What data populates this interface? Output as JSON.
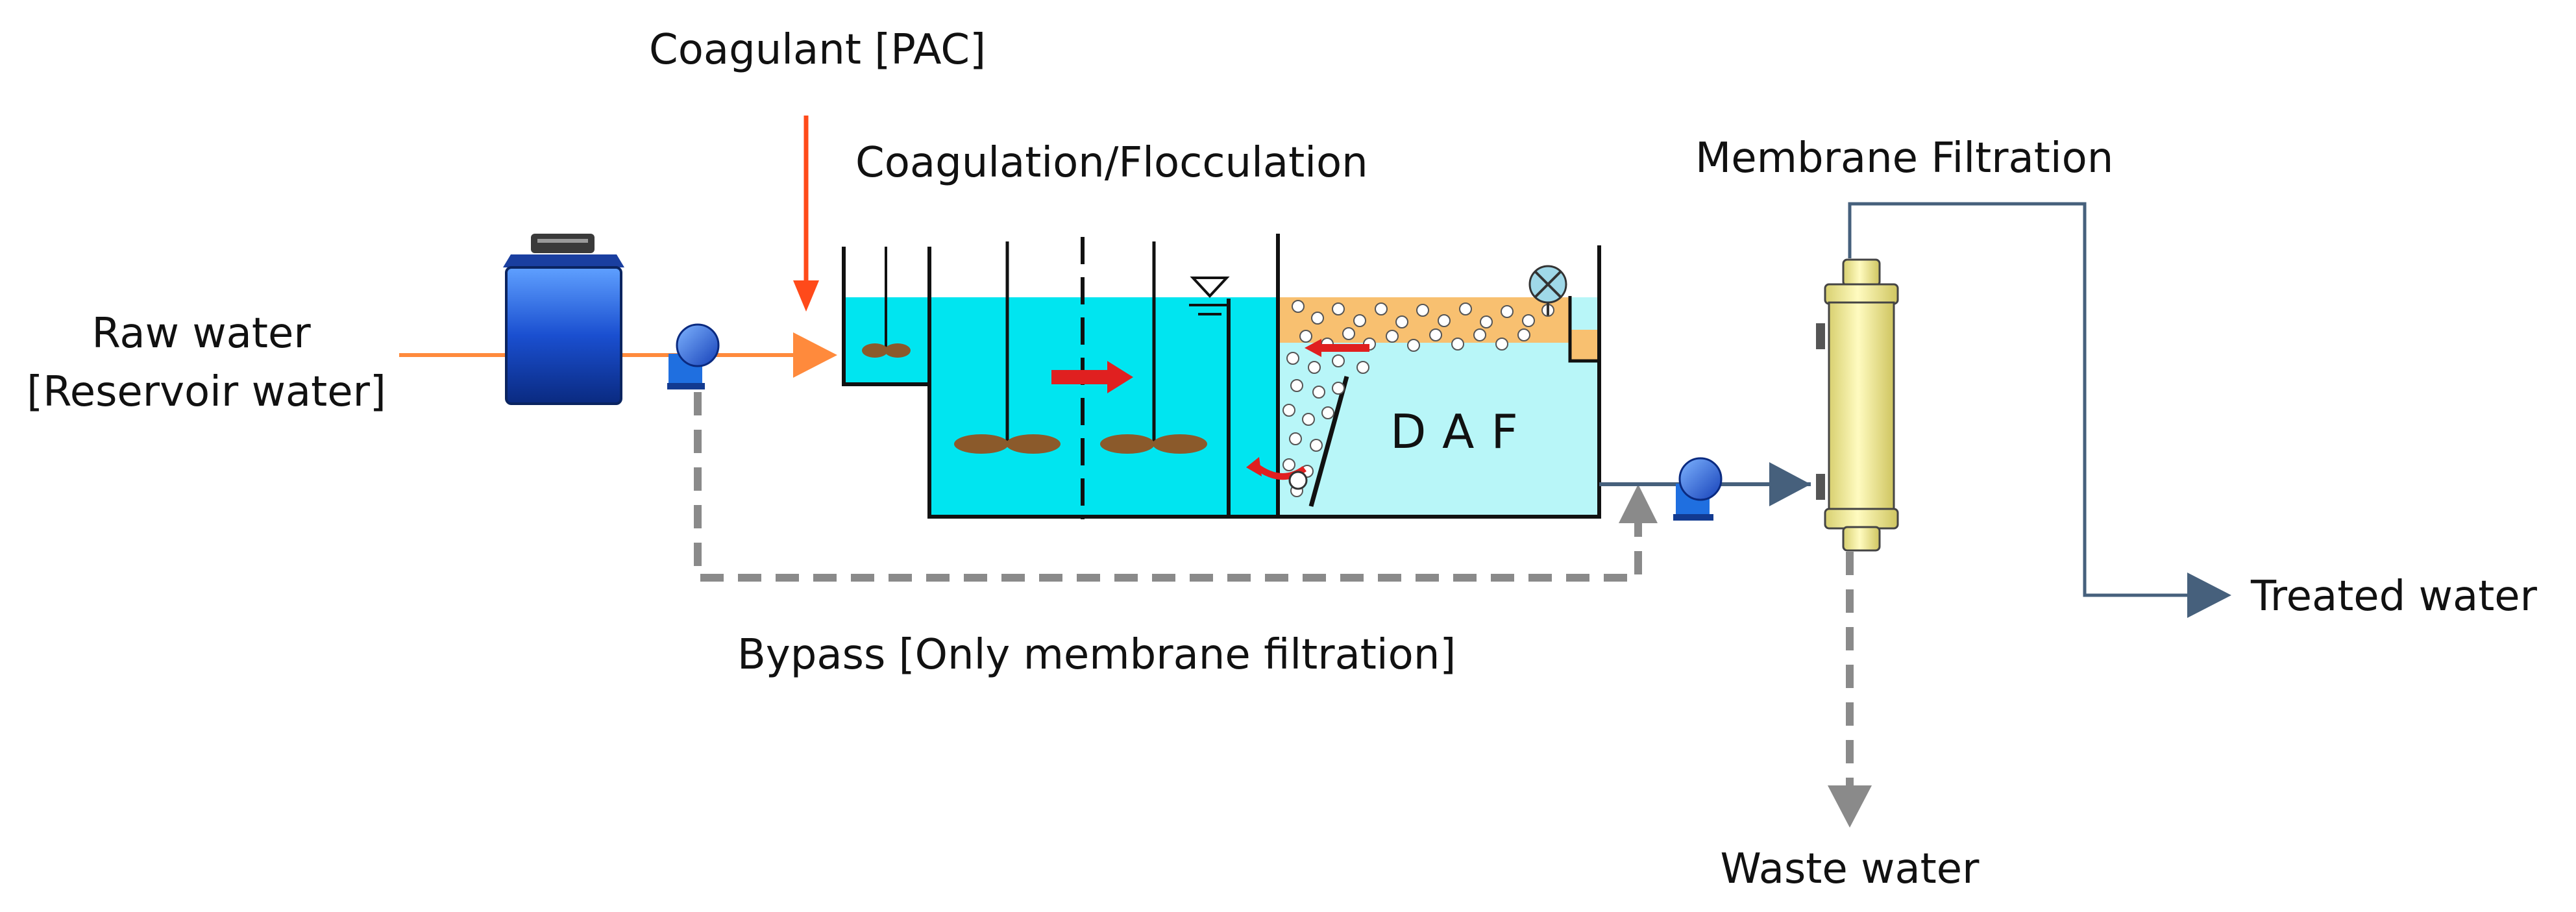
{
  "labels": {
    "coagulant": "Coagulant [PAC]",
    "coag_floc": "Coagulation/Flocculation",
    "membrane": "Membrane Filtration",
    "raw_water_line1": "Raw water",
    "raw_water_line2": "[Reservoir water]",
    "daf": "DAF",
    "treated": "Treated water",
    "bypass": "Bypass [Only membrane filtration]",
    "waste": "Waste water"
  },
  "colors": {
    "water": "#00e5f0",
    "daf_water": "#b8f6f8",
    "foam": "#f8c070",
    "orange_flow": "#ff8a3c",
    "coagulant_arrow": "#ff4a1a",
    "pump_blue": "#1f6fe0",
    "tank_blue": "#1a4fd0",
    "line_slate": "#46607c",
    "bypass_gray": "#8a8a8a",
    "membrane_yellow": "#f4f09a",
    "mixer_brown": "#8b5a2b",
    "flow_red": "#e02020"
  }
}
